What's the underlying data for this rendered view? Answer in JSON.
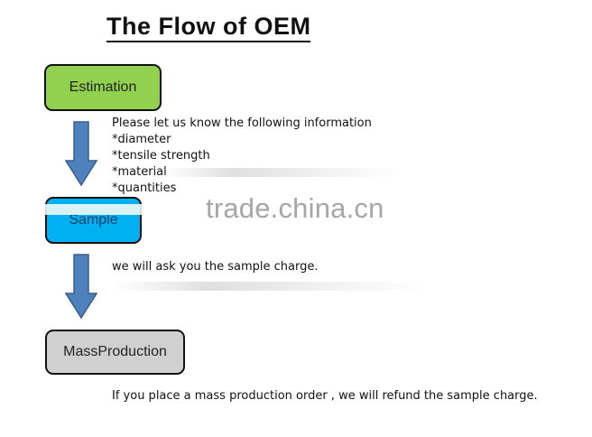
{
  "title": "The Flow of OEM",
  "steps": {
    "estimation": "Estimation",
    "sample": "Sample",
    "mass_production": "MassProduction"
  },
  "notes": {
    "estimation": [
      "Please let us know the following information",
      "*diameter",
      "*tensile strength",
      "*material",
      "*quantities"
    ],
    "sample": "we will ask you the sample charge.",
    "mass_production": "If you place a mass production order , we will refund the sample charge."
  },
  "watermark": "trade.china.cn",
  "colors": {
    "estimation": "#92d050",
    "sample": "#00b0f0",
    "mass_production": "#d0d0d0",
    "arrow": "#4f81bd"
  }
}
